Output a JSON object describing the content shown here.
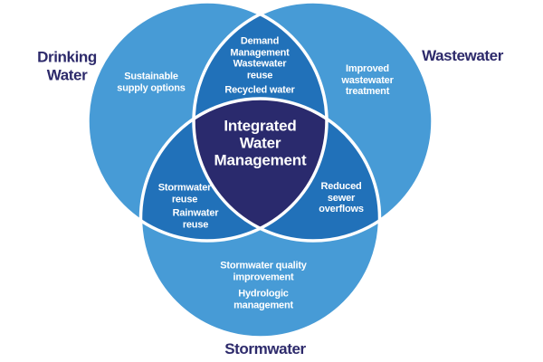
{
  "title": "Integrated Water Management Venn diagram",
  "colors": {
    "light_blue": "#479BD6",
    "medium_blue": "#2171B9",
    "dark_navy": "#2A2A6D",
    "label_navy": "#2D2A6B",
    "divider_white": "#FFFFFF"
  },
  "circles": {
    "drinking_water": {
      "label": "Drinking\nWater"
    },
    "wastewater": {
      "label": "Wastewater"
    },
    "stormwater": {
      "label": "Stormwater"
    }
  },
  "regions": {
    "center": "Integrated\nWater\nManagement",
    "drinking_only": "Sustainable\nsupply options",
    "wastewater_only": "Improved\nwastewater\ntreatment",
    "drinking_wastewater_1": "Demand\nManagement",
    "drinking_wastewater_2": "Wastewater\nreuse",
    "drinking_wastewater_3": "Recycled water",
    "drinking_stormwater_1": "Stormwater\nreuse",
    "drinking_stormwater_2": "Rainwater\nreuse",
    "wastewater_stormwater": "Reduced\nsewer\noverflows",
    "stormwater_only_1": "Stormwater quality\nimprovement",
    "stormwater_only_2": "Hydrologic\nmanagement"
  }
}
